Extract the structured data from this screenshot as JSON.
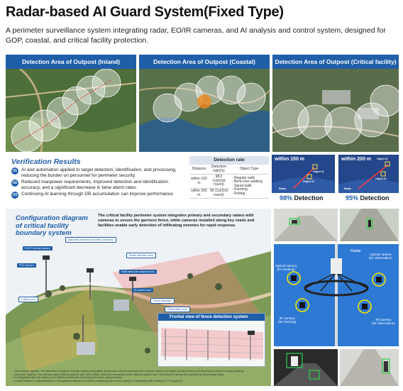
{
  "header": {
    "title": "Radar-based AI Guard System(Fixed Type)",
    "subtitle": "A perimeter surveillance system integrating radar, EO/IR cameras, and AI analysis and control system, designed for GOP, coastal, and critical facility protection."
  },
  "maps": [
    {
      "label": "Detection Area of Outpost (Inland)"
    },
    {
      "label": "Detection Area of Outpost (Coastal)"
    },
    {
      "label": "Detection Area of Outpost (Critical facility)"
    }
  ],
  "verification": {
    "title": "Verification Results",
    "items": [
      {
        "num": "01",
        "text": "AI and automation applied to target detection, identification, and processing, reducing the burden on personnel for perimeter security."
      },
      {
        "num": "02",
        "text": "Reduced manpower requirements, improved detection and identification accuracy, and a significant decrease in false alarm rates."
      },
      {
        "num": "03",
        "text": "Continuing AI learning through DB accumulation can improve performance"
      }
    ]
  },
  "detection_rate": {
    "title": "Detection rate",
    "headers": [
      "Distance",
      "Detection rate(%)",
      "Object Type"
    ],
    "rows": [
      {
        "distance": "within 150 m",
        "rate": "98.0 (1st/2nd round)"
      },
      {
        "distance": "within 200 m",
        "rate": "95 (1st/2nd round)"
      }
    ],
    "object_types": [
      "- Regular walk",
      "- Bent-over walking",
      "- Squat walk",
      "- Running",
      "- Rolling"
    ]
  },
  "detections": [
    {
      "range": "within 150 m",
      "pct": "98%",
      "label": "Detection",
      "obj1": "Object #1",
      "obj2": "Object #2",
      "radar": "Radar"
    },
    {
      "range": "within 200 m",
      "pct": "95%",
      "label": "Detection",
      "obj1": "Object #1",
      "obj2": "Object #2",
      "radar": "Radar"
    }
  ],
  "config": {
    "title_lines": [
      "Configuration diagram",
      "of critical facility",
      "boundary system"
    ],
    "description": "The critical facility perimeter system integrates primary and secondary radars with cameras to secure the garrison fence, while cameras installed along key roads and facilities enable early detection of infiltrating enemies for rapid response.",
    "tags": {
      "auto_detect": "Automatic detection and alert (Intrusion)",
      "eo_ir": "EO/IR thermal camera",
      "ptz": "PTZ Camera",
      "multi": "Multi-radar (fan-shaped area)",
      "radar_detect": "Radar detection area",
      "ai_ctrl": "AI control room",
      "fence_det": "Fence detection",
      "critical": "Critical point",
      "obs_area": "Observation area"
    },
    "critical_label": "Critical point",
    "fence_title": "Frontal view of fence detection system",
    "footnotes": [
      "- Surveillance system: The detection of objects through system integration (automatic camera tracking when intruder detects an object) using primary and secondary radars for early warning.",
      "- Detection System: The primary radar detects objects over 500 meters, while the secondary radar detects objects over 150 meters in areas not covered by the primary radar.",
      "  It is integrated with the camera and detects individuals contacting the fence using sensors.",
      "- Control System: Implementation of integrated software for unified monitoring and control using AI, integrating with existing CCTV systems."
    ]
  },
  "tower": {
    "radar": "Radar",
    "optical_left": [
      "Optical camera",
      "(for tracking)"
    ],
    "optical_right": [
      "Optical camera",
      "(for observation)"
    ],
    "ir_left": [
      "IR Camera",
      "(for tracking)"
    ],
    "ir_right": [
      "IR Camera",
      "(for observation)"
    ]
  },
  "colors": {
    "accent": "#1f5ea8",
    "highlight": "#f2e600",
    "map_head": "#1f5ea8"
  }
}
